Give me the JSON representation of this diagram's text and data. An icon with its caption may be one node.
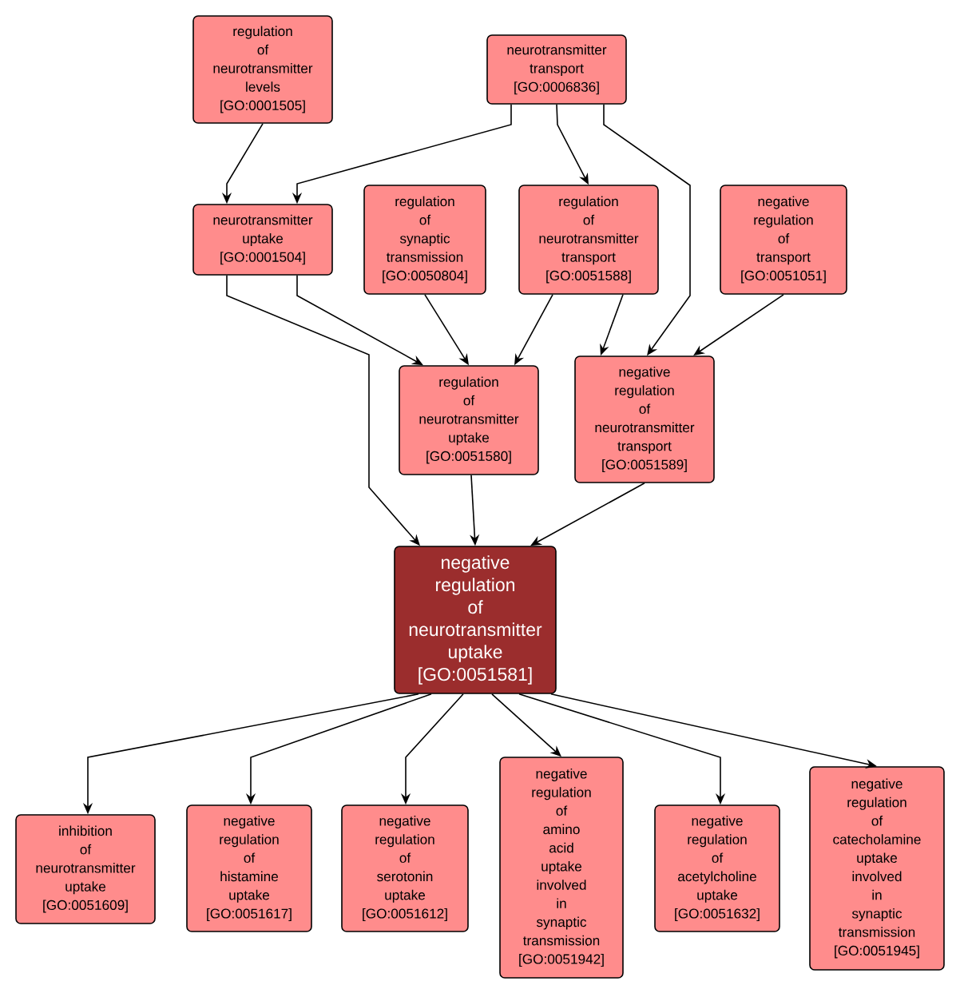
{
  "diagram": {
    "nodes": [
      {
        "text": [
          "regulation of neurotransmitter levels",
          "[GO:0001505]"
        ]
      },
      {
        "text": [
          "neurotransmitter transport",
          "[GO:0006836]"
        ]
      },
      {
        "text": [
          "neurotransmitter uptake",
          "[GO:0001504]"
        ]
      },
      {
        "text": [
          "regulation of synaptic transmission",
          "[GO:0050804]"
        ]
      },
      {
        "text": [
          "regulation of neurotransmitter transport",
          "[GO:0051588]"
        ]
      },
      {
        "text": [
          "negative regulation of transport",
          "[GO:0051051]"
        ]
      },
      {
        "text": [
          "regulation of neurotransmitter uptake",
          "[GO:0051580]"
        ]
      },
      {
        "text": [
          "negative regulation of neurotransmitter transport",
          "[GO:0051589]"
        ]
      },
      {
        "text": [
          "negative regulation of neurotransmitter uptake",
          "[GO:0051581]"
        ]
      },
      {
        "text": [
          "inhibition of neurotransmitter uptake",
          "[GO:0051609]"
        ]
      },
      {
        "text": [
          "negative regulation of histamine uptake",
          "[GO:0051617]"
        ]
      },
      {
        "text": [
          "negative regulation of serotonin uptake",
          "[GO:0051612]"
        ]
      },
      {
        "text": [
          "negative regulation of amino acid uptake involved in synaptic transmission",
          "[GO:0051942]"
        ]
      },
      {
        "text": [
          "negative regulation of acetylcholine uptake",
          "[GO:0051632]"
        ]
      },
      {
        "text": [
          "negative regulation of catecholamine uptake involved in synaptic transmission",
          "[GO:0051945]"
        ]
      }
    ],
    "edges": [
      {
        "from": 0,
        "to": 2,
        "arrow": "to"
      },
      {
        "from": 1,
        "to": 2,
        "arrow": "to"
      },
      {
        "from": 1,
        "to": 4,
        "arrow": "to"
      },
      {
        "from": 1,
        "to": 7,
        "arrow": "to"
      },
      {
        "from": 2,
        "to": 6,
        "arrow": "to"
      },
      {
        "from": 2,
        "to": 8,
        "arrow": "to"
      },
      {
        "from": 3,
        "to": 6,
        "arrow": "to"
      },
      {
        "from": 4,
        "to": 6,
        "arrow": "to"
      },
      {
        "from": 4,
        "to": 7,
        "arrow": "to"
      },
      {
        "from": 5,
        "to": 7,
        "arrow": "to"
      },
      {
        "from": 6,
        "to": 8,
        "arrow": "to"
      },
      {
        "from": 7,
        "to": 8,
        "arrow": "to"
      },
      {
        "from": 8,
        "to": 9,
        "arrow": "to"
      },
      {
        "from": 8,
        "to": 10,
        "arrow": "to"
      },
      {
        "from": 8,
        "to": 11,
        "arrow": "to"
      },
      {
        "from": 8,
        "to": 12,
        "arrow": "to"
      },
      {
        "from": 8,
        "to": 13,
        "arrow": "to"
      },
      {
        "from": 8,
        "to": 14,
        "arrow": "to"
      }
    ]
  }
}
